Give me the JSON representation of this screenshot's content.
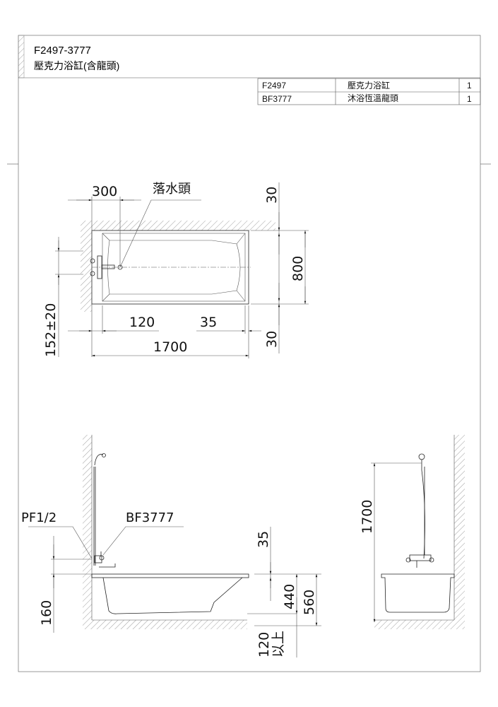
{
  "header": {
    "model": "F2497-3777",
    "subtitle": "壓克力浴缸(含龍頭)"
  },
  "parts_table": [
    {
      "code": "F2497",
      "name": "壓克力浴缸",
      "qty": "1"
    },
    {
      "code": "BF3777",
      "name": "沐浴恆溫龍頭",
      "qty": "1"
    }
  ],
  "plan_view": {
    "dim_300": "300",
    "drain_label": "落水頭",
    "dim_30_top": "30",
    "dim_800": "800",
    "dim_30_bottom": "30",
    "dim_152": "152±20",
    "dim_120": "120",
    "dim_35": "35",
    "dim_1700": "1700"
  },
  "side_view": {
    "pipe_label": "PF1/2",
    "faucet_label": "BF3777",
    "dim_35": "35",
    "dim_440": "440",
    "dim_560": "560",
    "dim_160": "160",
    "dim_120": "120",
    "dim_120_suffix": "以上"
  },
  "end_view": {
    "dim_1700": "1700"
  },
  "colors": {
    "line": "#222222",
    "header_bar": "#888888"
  }
}
